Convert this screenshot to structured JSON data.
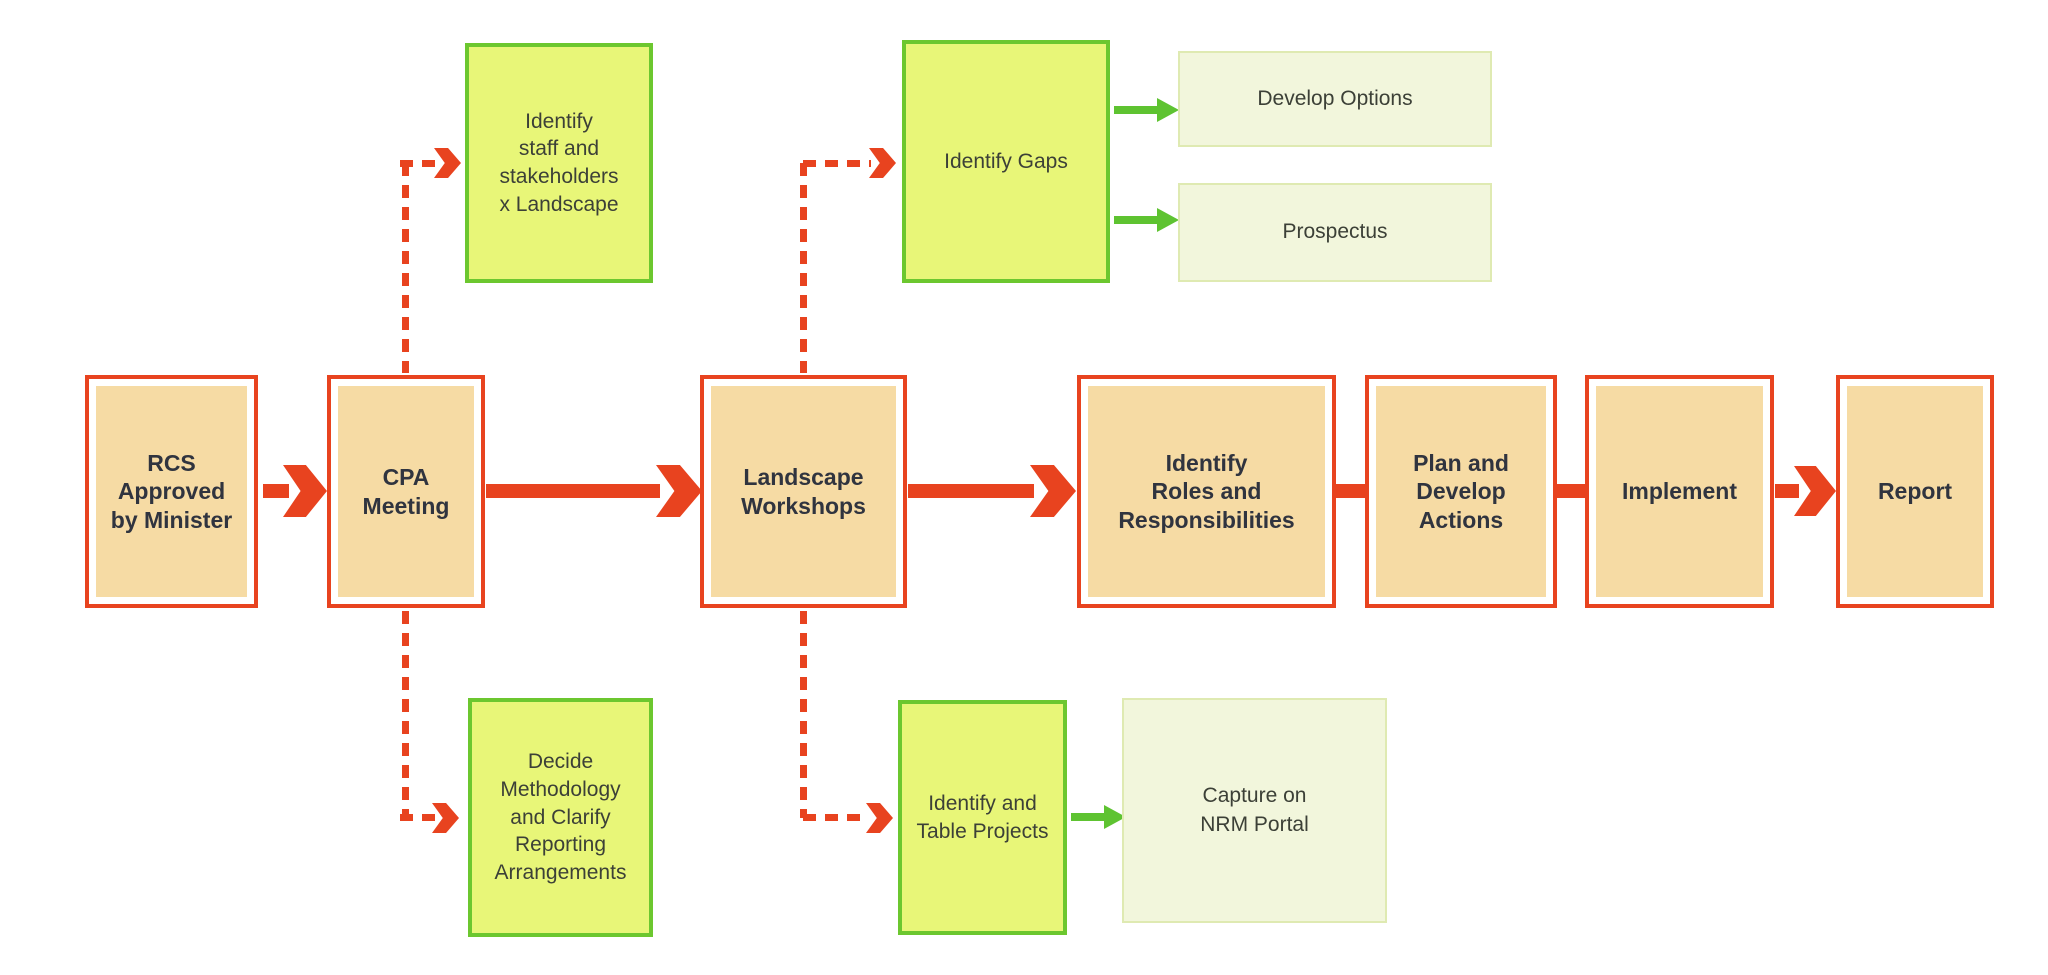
{
  "title": "RCS landscape planning process flowchart",
  "colors": {
    "process_border": "#e8431f",
    "process_fill": "#f6dba4",
    "process_text": "#30343f",
    "task_border": "#6cc72f",
    "task_fill": "#e8f678",
    "task_text": "#3c4037",
    "output_border": "#dfeab2",
    "output_fill": "#f2f6dc",
    "arrow_red": "#e8431f",
    "arrow_green": "#5ec331"
  },
  "boxes": {
    "rcs": {
      "label": "RCS\nApproved\nby Minister"
    },
    "cpa": {
      "label": "CPA\nMeeting"
    },
    "landscape": {
      "label": "Landscape\nWorkshops"
    },
    "roles": {
      "label": "Identify\nRoles and\nResponsibilities"
    },
    "plan": {
      "label": "Plan and\nDevelop\nActions"
    },
    "implement": {
      "label": "Implement"
    },
    "report": {
      "label": "Report"
    },
    "identify_staff": {
      "label": "Identify\nstaff and\nstakeholders\nx Landscape"
    },
    "identify_gaps": {
      "label": "Identify Gaps"
    },
    "decide_methodology": {
      "label": "Decide\nMethodology\nand Clarify\nReporting\nArrangements"
    },
    "identify_table": {
      "label": "Identify and\nTable Projects"
    },
    "develop_options": {
      "label": "Develop Options"
    },
    "prospectus": {
      "label": "Prospectus"
    },
    "capture_nrm": {
      "label": "Capture on\nNRM Portal"
    }
  }
}
